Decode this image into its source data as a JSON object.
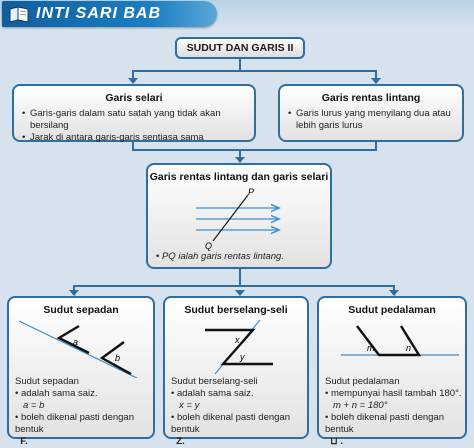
{
  "header": {
    "title": "INTI SARI BAB"
  },
  "title_box": {
    "label": "SUDUT DAN GARIS II"
  },
  "garis_selari": {
    "heading": "Garis selari",
    "points": [
      "Garis-garis dalam satu satah yang tidak akan bersilang",
      "Jarak di antara garis-garis sentiasa sama"
    ]
  },
  "garis_rentas": {
    "heading": "Garis rentas lintang",
    "points": [
      "Garis lurus yang menyilang dua atau lebih garis lurus"
    ]
  },
  "combined": {
    "heading": "Garis rentas lintang dan garis selari",
    "label_p": "P",
    "label_q": "Q",
    "note": "PQ ialah garis rentas lintang."
  },
  "sepadan": {
    "heading": "Sudut sepadan",
    "angle_a": "a",
    "angle_b": "b",
    "intro": "Sudut sepadan",
    "points": [
      "adalah sama saiz.",
      "boleh dikenal pasti dengan bentuk"
    ],
    "equation": "a = b",
    "shape_letter": "F."
  },
  "berselang": {
    "heading": "Sudut berselang-seli",
    "angle_x": "x",
    "angle_y": "y",
    "intro": "Sudut berselang-seli",
    "points": [
      "adalah sama saiz.",
      "boleh dikenal pasti dengan bentuk"
    ],
    "equation": "x = y",
    "shape_letter": "Z."
  },
  "pedalaman": {
    "heading": "Sudut pedalaman",
    "angle_m": "m",
    "angle_n": "n",
    "intro": "Sudut pedalaman",
    "points": [
      "mempunyai hasil tambah 180°.",
      "boleh dikenal pasti dengan bentuk"
    ],
    "equation": "m + n = 180°",
    "shape_letter": "⊔ ."
  },
  "colors": {
    "border": "#2f6f9f",
    "tab": "#1b7fc2",
    "arrow": "#3b8fd0"
  }
}
